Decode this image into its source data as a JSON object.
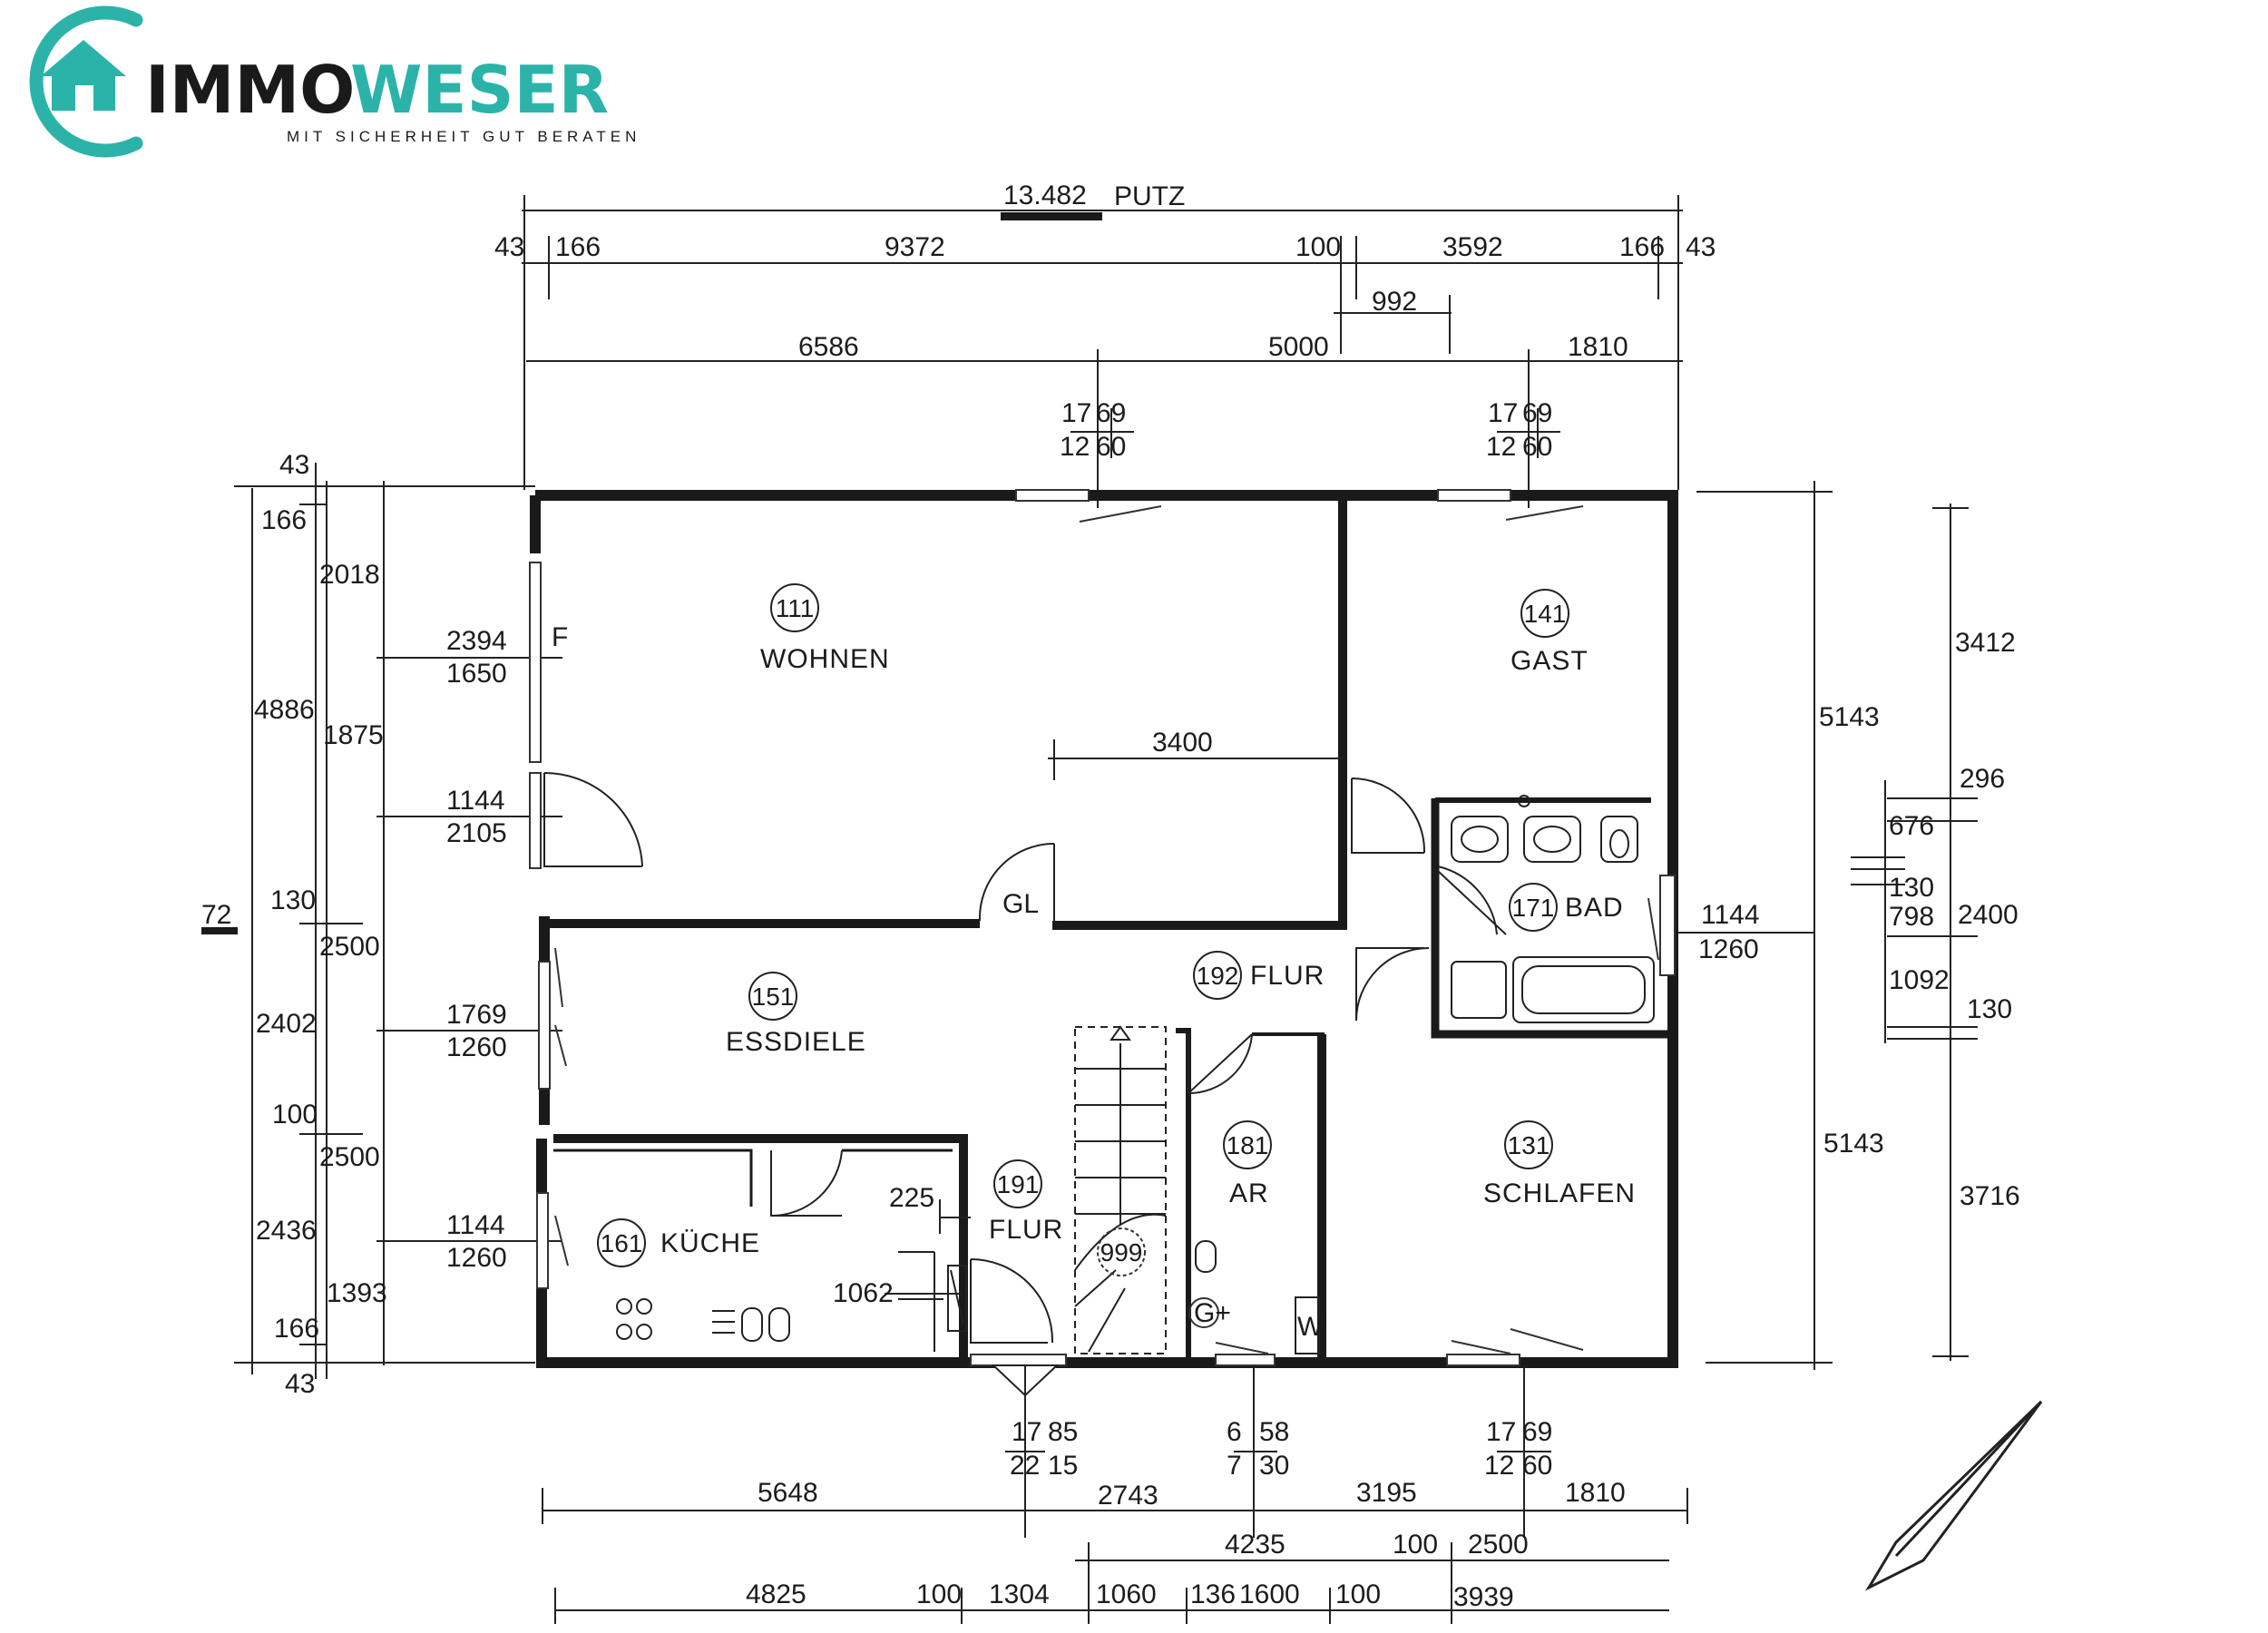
{
  "brand": {
    "name_part1": "IMMO",
    "name_part2": "WESER",
    "tagline": "MIT SICHERHEIT GUT BERATEN",
    "accent_color": "#2bb3a9",
    "dark_color": "#1a1a1a"
  },
  "plan": {
    "overall_width": "13.482",
    "overall_suffix": "PUTZ",
    "rooms": [
      {
        "number": "111",
        "name": "WOHNEN"
      },
      {
        "number": "141",
        "name": "GAST"
      },
      {
        "number": "171",
        "name": "BAD"
      },
      {
        "number": "192",
        "name": "FLUR"
      },
      {
        "number": "151",
        "name": "ESSDIELE"
      },
      {
        "number": "161",
        "name": "KÜCHE"
      },
      {
        "number": "191",
        "name": "FLUR"
      },
      {
        "number": "181",
        "name": "AR"
      },
      {
        "number": "131",
        "name": "SCHLAFEN"
      },
      {
        "number": "999",
        "name": ""
      }
    ],
    "labels": {
      "gl": "GL",
      "f": "F",
      "w": "W",
      "g": "G+",
      "cut": "72"
    },
    "top_dims_row1": [
      "43",
      "166",
      "9372",
      "100",
      "3592",
      "166",
      "43"
    ],
    "top_dims_row2": [
      "992"
    ],
    "top_dims_row3": [
      "6586",
      "5000",
      "1810"
    ],
    "window_top": [
      {
        "a": "17",
        "b": "69",
        "c": "12",
        "d": "60"
      },
      {
        "a": "17",
        "b": "69",
        "c": "12",
        "d": "60"
      }
    ],
    "left_dims_outer": [
      "43",
      "166",
      "4886",
      "130",
      "2402",
      "100",
      "2436",
      "166",
      "43"
    ],
    "left_dims_inner": [
      "2018",
      "1875",
      "2500",
      "2500",
      "1393"
    ],
    "left_windows": [
      {
        "top": "2394",
        "bottom": "1650"
      },
      {
        "top": "1144",
        "bottom": "2105"
      },
      {
        "top": "1769",
        "bottom": "1260"
      },
      {
        "top": "1144",
        "bottom": "1260"
      }
    ],
    "interior_dims": [
      "3400",
      "225",
      "1062"
    ],
    "right_window": {
      "top": "1144",
      "bottom": "1260"
    },
    "right_dims": [
      "5143",
      "5143",
      "3412",
      "296",
      "676",
      "130",
      "798",
      "2400",
      "1092",
      "130",
      "3716"
    ],
    "bottom_windows": [
      {
        "a": "17",
        "b": "85",
        "c": "22",
        "d": "15"
      },
      {
        "a": "6",
        "b": "58",
        "c": "7",
        "d": "30"
      },
      {
        "a": "17",
        "b": "69",
        "c": "12",
        "d": "60"
      }
    ],
    "bottom_dims_row1": [
      "5648",
      "2743",
      "3195",
      "1810"
    ],
    "bottom_dims_row2": [
      "4235",
      "100",
      "2500"
    ],
    "bottom_dims_row3": [
      "4825",
      "100",
      "1304",
      "1060",
      "136",
      "1600",
      "100",
      "3939"
    ]
  }
}
